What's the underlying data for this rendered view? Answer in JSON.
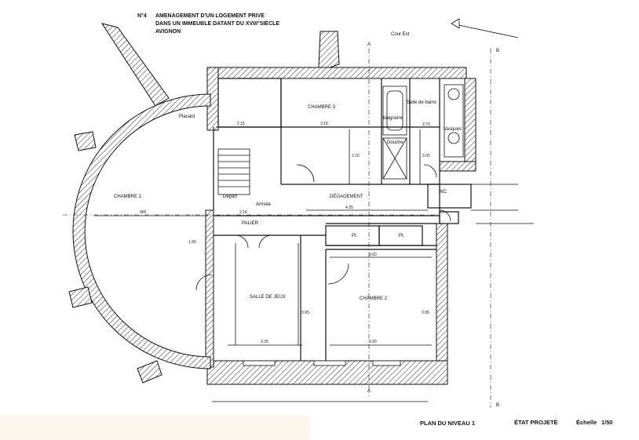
{
  "header": {
    "number": "N°4",
    "line1": "AMENAGEMENT D'UN LOGEMENT PRIVE",
    "line2": "DANS UN IMMEUBLE DATANT DU XVIII°SIECLE",
    "line3": "AVIGNON"
  },
  "courtyard": "Cour Est",
  "rooms": {
    "chambre1": "CHAMBRE 1",
    "chambre2": "CHAMBRE 2",
    "chambre3": "CHAMBRE 3",
    "salle_de_jeux": "SALLE DE JEUX",
    "palier": "PALIER",
    "degagement": "DÉGAGEMENT",
    "salle_de_bains": "Salle de bains",
    "baignoire": "baignoire",
    "douche": "Douche",
    "vasques": "Vasques",
    "wc": "WC",
    "placard": "Placard",
    "depart": "Départ",
    "arrivee": "Arrivée",
    "pl1": "Pl.",
    "pl2": "Pl."
  },
  "dimensions": {
    "d400": "400",
    "d435": "4.35",
    "d215": "2.15",
    "d316": "3.16",
    "d360": "3.60",
    "d335": "3.35",
    "d330": "3.30",
    "d216": "2.16",
    "d310": "3.10",
    "d305": "3.05",
    "d270": "2.70",
    "d395": "3.95",
    "d395b": "3.95",
    "d190": "1.90"
  },
  "section_marks": {
    "a": "A",
    "b": "B"
  },
  "footer": {
    "plan": "PLAN DU NIVEAU 1",
    "etat": "ÉTAT PROJETÉ",
    "echelle": "Échelle",
    "scale": "1/50"
  }
}
